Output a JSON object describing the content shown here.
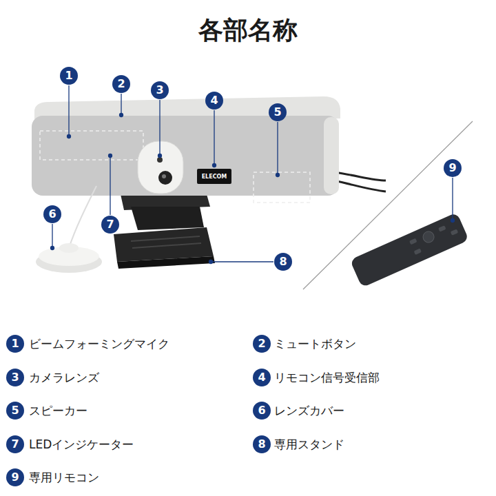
{
  "diagram": {
    "title": "各部名称",
    "labels": [
      "1",
      "2",
      "3",
      "4",
      "5",
      "6",
      "7",
      "8",
      "9",
      "ELECOM",
      "1",
      "ビームフォーミングマイク",
      "2",
      "ミュートボタン",
      "3",
      "カメラレンズ",
      "4",
      "リモコン信号受信部",
      "5",
      "スピーカー",
      "6",
      "レンズカバー",
      "7",
      "LEDインジケーター",
      "8",
      "専用スタンド",
      "9",
      "専用リモコン"
    ]
  }
}
